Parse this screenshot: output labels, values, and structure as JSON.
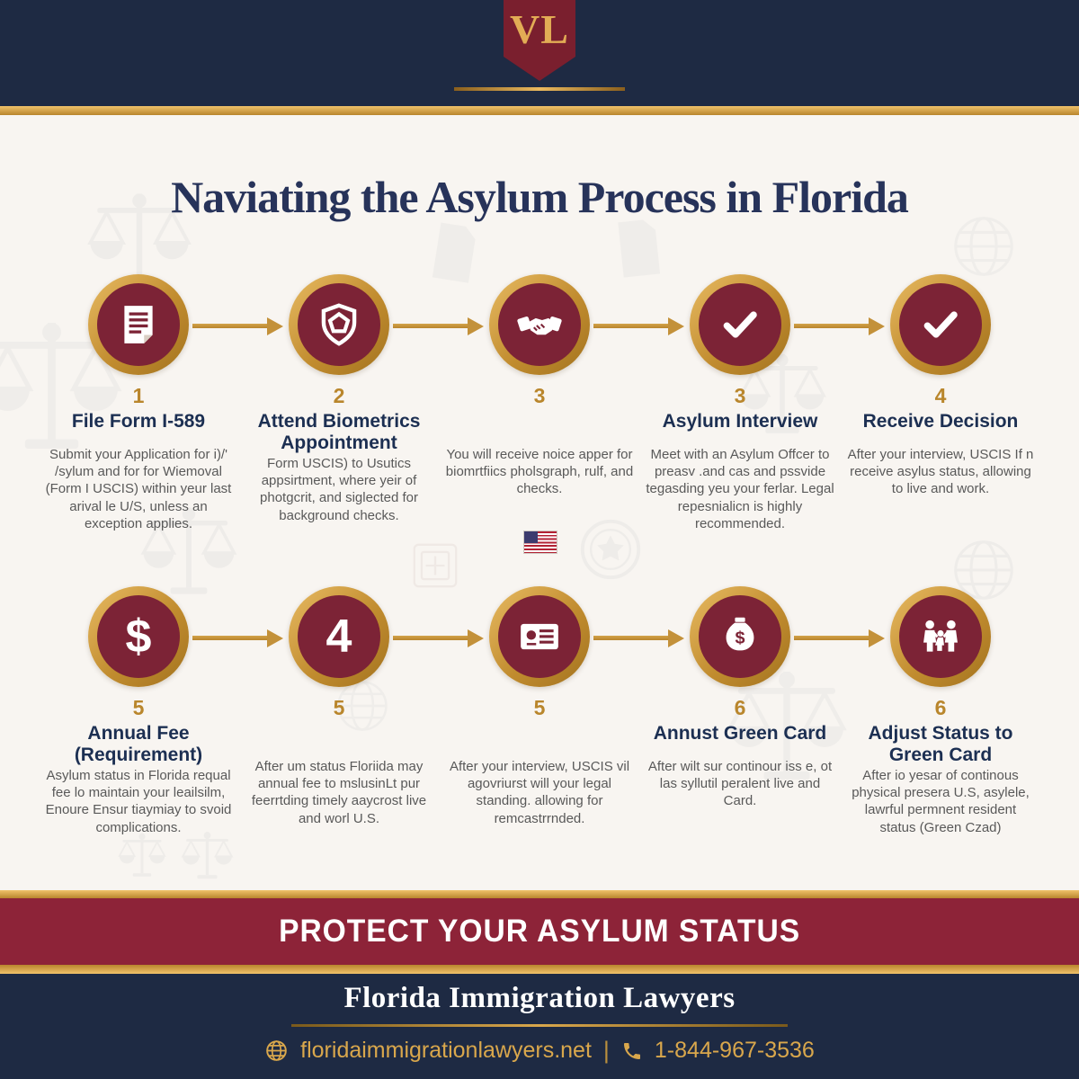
{
  "header": {
    "logo_text": "VL",
    "logo_icon": "pennant-shield"
  },
  "title": "Naviating the Asylum Process in Florida",
  "rows": [
    {
      "steps": [
        {
          "number": "1",
          "title": "File Form I-589",
          "icon": "document-icon",
          "description": "Submit your Application for i)/' /sylum and for for Wiemoval (Form I USCIS) within yeur last arival le U/S, unless an exception applies."
        },
        {
          "number": "2",
          "title": "Attend Biometrics Appointment",
          "icon": "badge-icon",
          "description": "Form USCIS) to Usutics appsirtment, where yeir of photgcrit, and siglected for background checks."
        },
        {
          "number": "3",
          "title": "",
          "icon": "handshake-icon",
          "description": "You will receive noice apper for biomrtfiics pholsgraph, rulf, and checks."
        },
        {
          "number": "3",
          "title": "Asylum Interview",
          "icon": "checkmark-icon",
          "description": "Meet with an Asylum Offcer to preasv .and cas and pssvide tegasding yeu your ferlar. Legal repesnialicn is highly recommended."
        },
        {
          "number": "4",
          "title": "Receive Decision",
          "icon": "checkmark-icon",
          "description": "After your interview, USCIS If n receive asylus status, allowing to live and work."
        }
      ]
    },
    {
      "steps": [
        {
          "number": "5",
          "title": "Annual Fee (Requirement)",
          "icon": "dollar-icon",
          "description": "Asylum status in Florida requal fee lo maintain your leailsilm, Enoure Ensur tiaymiay to svoid complications."
        },
        {
          "number": "5",
          "title": "",
          "icon": "numeral-4-icon",
          "description": "After um status Floriida may annual fee to mslusinLt pur feerrtding timely aaycrost live and worl U.S."
        },
        {
          "number": "5",
          "title": "",
          "icon": "id-card-icon",
          "description": "After your interview, USCIS vil agovriurst will your legal standing. allowing for remcastrrnded."
        },
        {
          "number": "6",
          "title": "Annust Green Card",
          "icon": "money-bag-icon",
          "description": "After wilt sur continour iss e, ot las syllutil peralent live and Card."
        },
        {
          "number": "6",
          "title": "Adjust Status to Green Card",
          "icon": "family-icon",
          "description": "After io yesar of continous physical presera U.S, asylele, lawrful permnent resident status (Green Czad)"
        }
      ]
    }
  ],
  "decorations": {
    "flag_icon": "us-flag-icon",
    "watermarks": [
      "scales-of-justice",
      "document",
      "globe",
      "emblem-seal",
      "stamp"
    ]
  },
  "banner": {
    "text": "PROTECT YOUR ASYLUM STATUS"
  },
  "footer": {
    "company": "Florida Immigration Lawyers",
    "website_icon": "globe-icon",
    "website": "floridaimmigrationlawyers.net",
    "separator": "|",
    "phone_icon": "phone-icon",
    "phone": "1-844-967-3536"
  },
  "colors": {
    "navy": "#1e2a43",
    "maroon_circle": "#7c2336",
    "banner_maroon": "#8d2338",
    "gold": "#c3913a",
    "number_gold": "#b9862c",
    "title_navy": "#1c2f52",
    "description_gray": "#595959",
    "background": "#f8f5f1"
  }
}
